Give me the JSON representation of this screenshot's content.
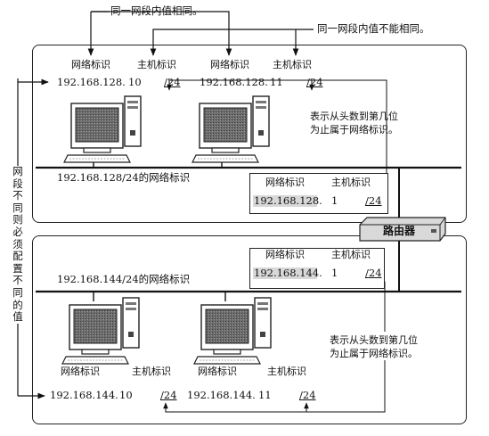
{
  "top_callouts": {
    "same_within_segment": "同一网段内值相同。",
    "different_within_segment": "同一网段内值不能相同。"
  },
  "side_label": "网段不同则必须配置不同的值",
  "labels": {
    "network_id": "网络标识",
    "host_id": "主机标识",
    "prefix_note_line1": "表示从头数到第几位",
    "prefix_note_line2": "为止属于网络标识。"
  },
  "router": {
    "label": "路由器"
  },
  "networks": [
    {
      "name": "192.168.128/24的网络标识",
      "host_a": {
        "network": "192.168.128.",
        "host": "10",
        "prefix": "/24"
      },
      "host_b": {
        "network": "192.168.128.",
        "host": "11",
        "prefix": "/24"
      },
      "router_if": {
        "network": "192.168.128.",
        "host": "1",
        "prefix": "/24"
      }
    },
    {
      "name": "192.168.144/24的网络标识",
      "host_a": {
        "network": "192.168.144.",
        "host": "10",
        "prefix": "/24"
      },
      "host_b": {
        "network": "192.168.144.",
        "host": "11",
        "prefix": "/24"
      },
      "router_if": {
        "network": "192.168.144.",
        "host": "1",
        "prefix": "/24"
      }
    }
  ]
}
